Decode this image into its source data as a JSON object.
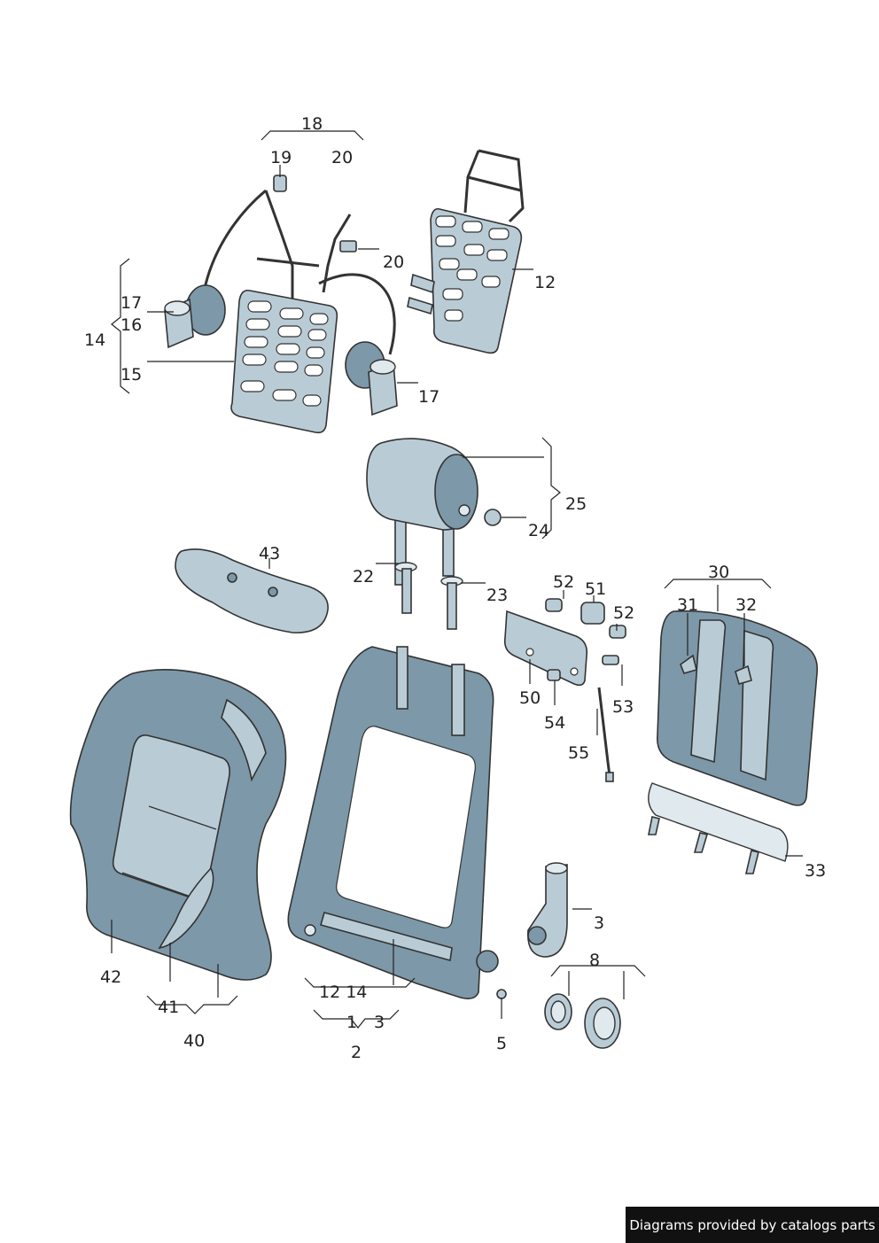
{
  "labels": {
    "l18": "18",
    "l19": "19",
    "l20a": "20",
    "l20b": "20",
    "l17a": "17",
    "l16": "16",
    "l14": "14",
    "l15": "15",
    "l17b": "17",
    "l12": "12",
    "l25": "25",
    "l24": "24",
    "l43": "43",
    "l22": "22",
    "l23": "23",
    "l52a": "52",
    "l51": "51",
    "l52b": "52",
    "l50": "50",
    "l53": "53",
    "l54": "54",
    "l55": "55",
    "l30": "30",
    "l31": "31",
    "l32": "32",
    "l33": "33",
    "l3a": "3",
    "l8": "8",
    "l42": "42",
    "l41": "41",
    "l40": "40",
    "l1214": "12 14",
    "l1": "1",
    "l3b": "3",
    "l2": "2",
    "l5": "5"
  },
  "footer": {
    "text": "Diagrams provided by catalogs parts"
  },
  "icons": [
    "seat-cushion-cover-icon",
    "seat-frame-icon",
    "headrest-icon",
    "lumbar-support-icon",
    "backrest-panel-icon",
    "motor-icon",
    "gear-ring-icon"
  ],
  "colors": {
    "part_fill": "#b9ccd6",
    "part_dark": "#7d98a8",
    "line": "#222222",
    "footer_bg": "#111111"
  }
}
